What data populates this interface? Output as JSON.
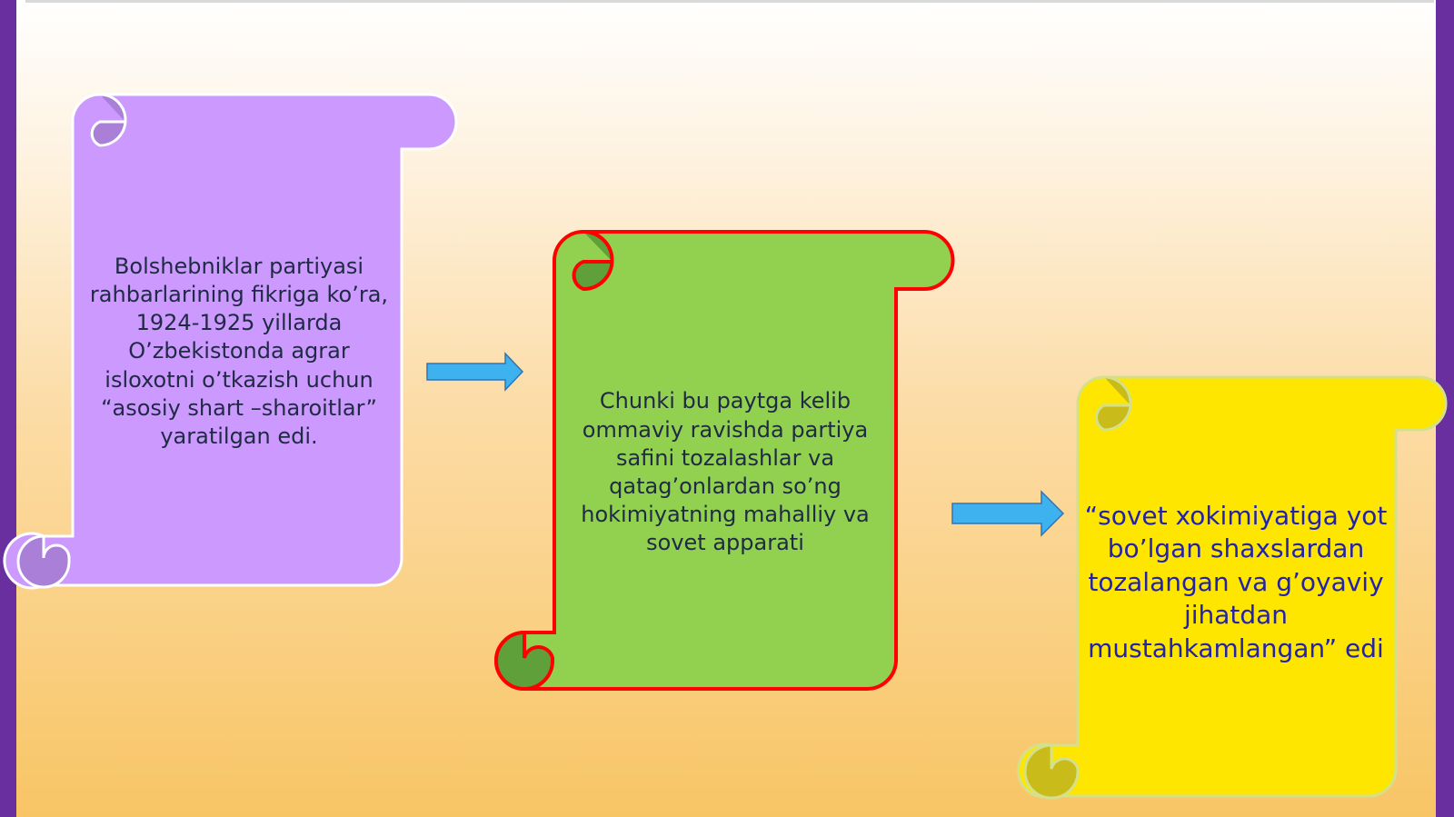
{
  "slide": {
    "scrolls": [
      {
        "text": "Bolshebniklar partiyasi rahbarlarining fikriga ko’ra, 1924-1925 yillarda O’zbekistonda agrar isloxotni o’tkazish uchun “asosiy shart –sharoitlar” yaratilgan edi.",
        "fill": "#cc99ff",
        "stroke": "#ffffff",
        "text_color": "#1f2a44"
      },
      {
        "text": "Chunki bu paytga kelib ommaviy ravishda partiya safini tozalashlar va qatag’onlardan so’ng hokimiyatning mahalliy va sovet apparati",
        "fill": "#92d050",
        "stroke": "#ff0000",
        "text_color": "#1f2a44"
      },
      {
        "text": "“sovet xokimiyatiga yot bo’lgan shaxslardan tozalangan va g’oyaviy jihatdan mustahkamlangan” edi",
        "fill": "#ffe600",
        "stroke": "#d4e08a",
        "text_color": "#2222aa"
      }
    ],
    "arrow_color": "#3db2ee",
    "arrow_stroke": "#2f74b5",
    "frame_color": "#6a2f9e"
  }
}
